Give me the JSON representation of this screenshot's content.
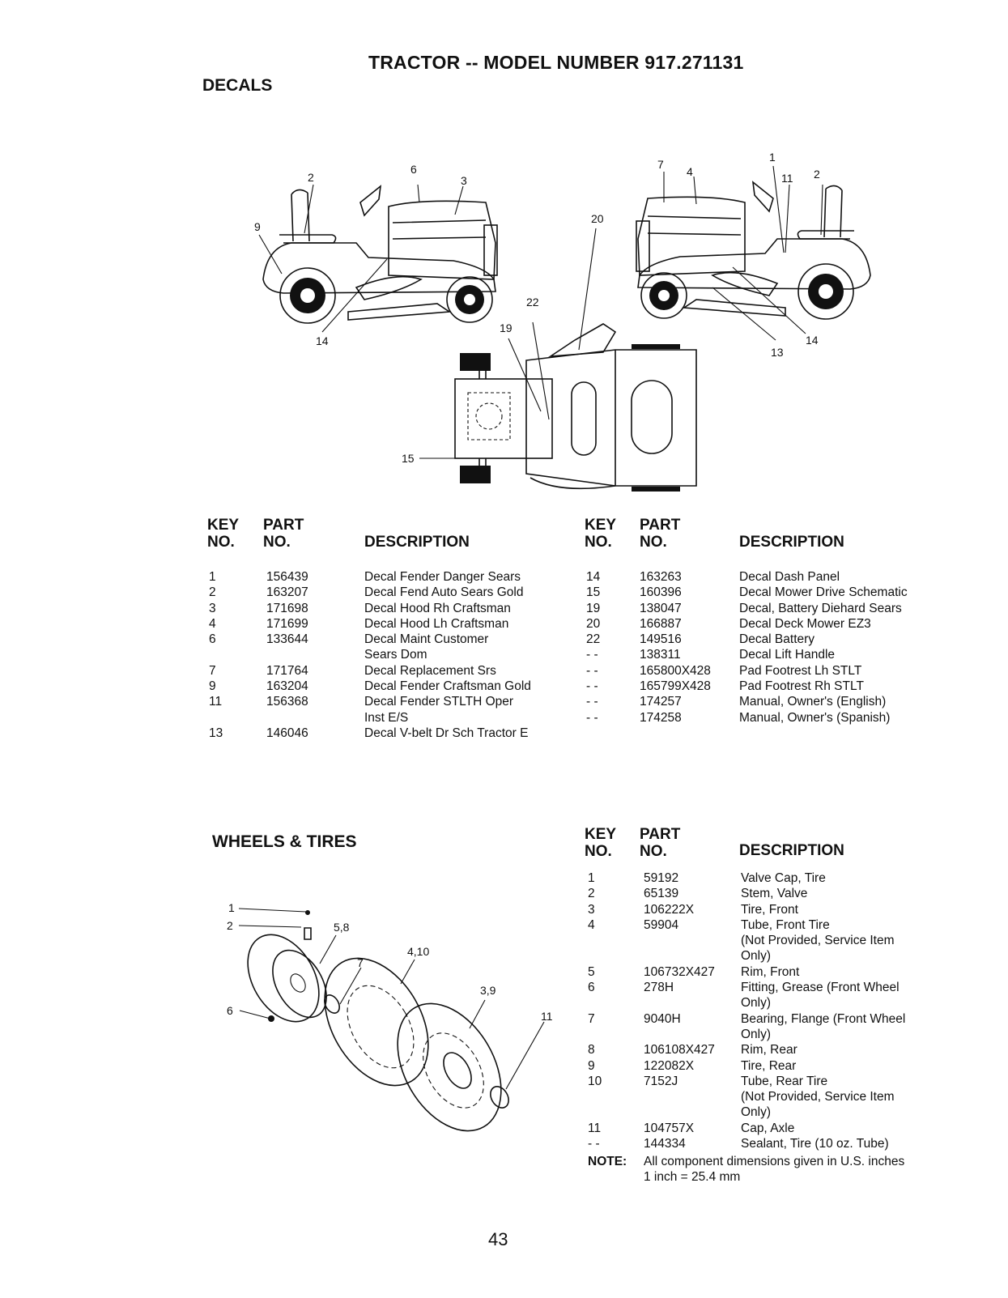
{
  "page": {
    "title": "TRACTOR -- MODEL NUMBER 917.271131",
    "page_number": "43"
  },
  "decals": {
    "heading": "DECALS",
    "callouts": [
      "1",
      "2",
      "2",
      "3",
      "4",
      "6",
      "7",
      "9",
      "11",
      "13",
      "14",
      "14",
      "15",
      "19",
      "20",
      "22"
    ],
    "headers": {
      "key_top": "KEY",
      "key_bottom": "NO.",
      "part_top": "PART",
      "part_bottom": "NO.",
      "description": "DESCRIPTION"
    },
    "left": [
      {
        "key": "1",
        "part": "156439",
        "desc": "Decal Fender Danger Sears"
      },
      {
        "key": "2",
        "part": "163207",
        "desc": "Decal Fend Auto Sears Gold"
      },
      {
        "key": "3",
        "part": "171698",
        "desc": "Decal Hood Rh Craftsman"
      },
      {
        "key": "4",
        "part": "171699",
        "desc": "Decal Hood Lh Craftsman"
      },
      {
        "key": "6",
        "part": "133644",
        "desc": "Decal Maint Customer",
        "desc2": "Sears Dom"
      },
      {
        "key": "7",
        "part": "171764",
        "desc": "Decal Replacement Srs"
      },
      {
        "key": "9",
        "part": "163204",
        "desc": "Decal Fender Craftsman Gold"
      },
      {
        "key": "11",
        "part": "156368",
        "desc": "Decal Fender STLTH Oper",
        "desc2": "Inst E/S"
      },
      {
        "key": "13",
        "part": "146046",
        "desc": "Decal V-belt Dr Sch Tractor E"
      }
    ],
    "right": [
      {
        "key": "14",
        "part": "163263",
        "desc": "Decal Dash Panel"
      },
      {
        "key": "15",
        "part": "160396",
        "desc": "Decal Mower Drive Schematic"
      },
      {
        "key": "19",
        "part": "138047",
        "desc": "Decal, Battery Diehard Sears"
      },
      {
        "key": "20",
        "part": "166887",
        "desc": "Decal Deck Mower EZ3"
      },
      {
        "key": "22",
        "part": "149516",
        "desc": "Decal Battery"
      },
      {
        "key": "- -",
        "part": "138311",
        "desc": "Decal Lift Handle"
      },
      {
        "key": "- -",
        "part": "165800X428",
        "desc": "Pad Footrest Lh STLT"
      },
      {
        "key": "- -",
        "part": "165799X428",
        "desc": "Pad Footrest Rh STLT"
      },
      {
        "key": "- -",
        "part": "174257",
        "desc": "Manual, Owner's (English)"
      },
      {
        "key": "- -",
        "part": "174258",
        "desc": "Manual, Owner's (Spanish)"
      }
    ]
  },
  "wheels": {
    "heading": "WHEELS & TIRES",
    "callouts": [
      "1",
      "2",
      "5,8",
      "4,10",
      "7",
      "3,9",
      "6",
      "11"
    ],
    "headers": {
      "key_top": "KEY",
      "key_bottom": "NO.",
      "part_top": "PART",
      "part_bottom": "NO.",
      "description": "DESCRIPTION"
    },
    "rows": [
      {
        "key": "1",
        "part": "59192",
        "desc": [
          "Valve Cap, Tire"
        ]
      },
      {
        "key": "2",
        "part": "65139",
        "desc": [
          "Stem, Valve"
        ]
      },
      {
        "key": "3",
        "part": "106222X",
        "desc": [
          "Tire, Front"
        ]
      },
      {
        "key": "4",
        "part": "59904",
        "desc": [
          "Tube, Front Tire",
          "(Not Provided, Service Item",
          "Only)"
        ]
      },
      {
        "key": "5",
        "part": "106732X427",
        "desc": [
          "Rim, Front"
        ]
      },
      {
        "key": "6",
        "part": "278H",
        "desc": [
          "Fitting, Grease (Front Wheel",
          "Only)"
        ]
      },
      {
        "key": "7",
        "part": "9040H",
        "desc": [
          "Bearing, Flange (Front Wheel",
          "Only)"
        ]
      },
      {
        "key": "8",
        "part": "106108X427",
        "desc": [
          "Rim, Rear"
        ]
      },
      {
        "key": "9",
        "part": "122082X",
        "desc": [
          "Tire, Rear"
        ]
      },
      {
        "key": "10",
        "part": "7152J",
        "desc": [
          "Tube, Rear Tire",
          "(Not Provided, Service Item",
          "Only)"
        ]
      },
      {
        "key": "11",
        "part": "104757X",
        "desc": [
          "Cap, Axle"
        ]
      },
      {
        "key": "- -",
        "part": "144334",
        "desc": [
          "Sealant, Tire (10 oz. Tube)"
        ]
      }
    ],
    "note_label": "NOTE:",
    "note_lines": [
      "All component dimensions given in U.S. inches",
      "1 inch = 25.4 mm"
    ]
  }
}
